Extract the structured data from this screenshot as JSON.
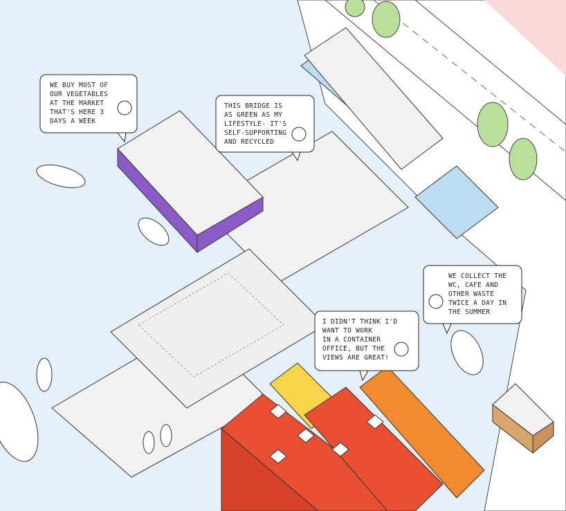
{
  "colors": {
    "water": "#e4f1fb",
    "deck": "#f2f2f2",
    "purple": "#8a5cc8",
    "blue_pontoon": "#bcdcf3",
    "red": "#e84f33",
    "orange": "#f28a2e",
    "yellow": "#f7d64a",
    "tree": "#b9df9a",
    "pink_corner": "#fbd9d9",
    "box": "#d8a56b"
  },
  "bubbles": [
    {
      "lines": [
        "WE BUY MOST OF",
        "OUR VEGETABLES",
        "AT THE MARKET",
        "THAT'S HERE 3",
        "DAYS A WEEK"
      ]
    },
    {
      "lines": [
        "THIS BRIDGE IS",
        "AS GREEN AS MY",
        "LIFESTYLE- IT'S",
        "SELF-SUPPORTING",
        "AND RECYCLED"
      ]
    },
    {
      "lines": [
        "WE COLLECT THE",
        "WC, CAFE AND",
        "OTHER WASTE",
        "TWICE A DAY IN",
        "THE SUMMER"
      ]
    },
    {
      "lines": [
        "I DIDN'T THINK I'D",
        "WANT TO WORK",
        "IN A CONTAINER",
        "OFFICE, BUT THE",
        "VIEWS ARE GREAT!"
      ]
    }
  ]
}
